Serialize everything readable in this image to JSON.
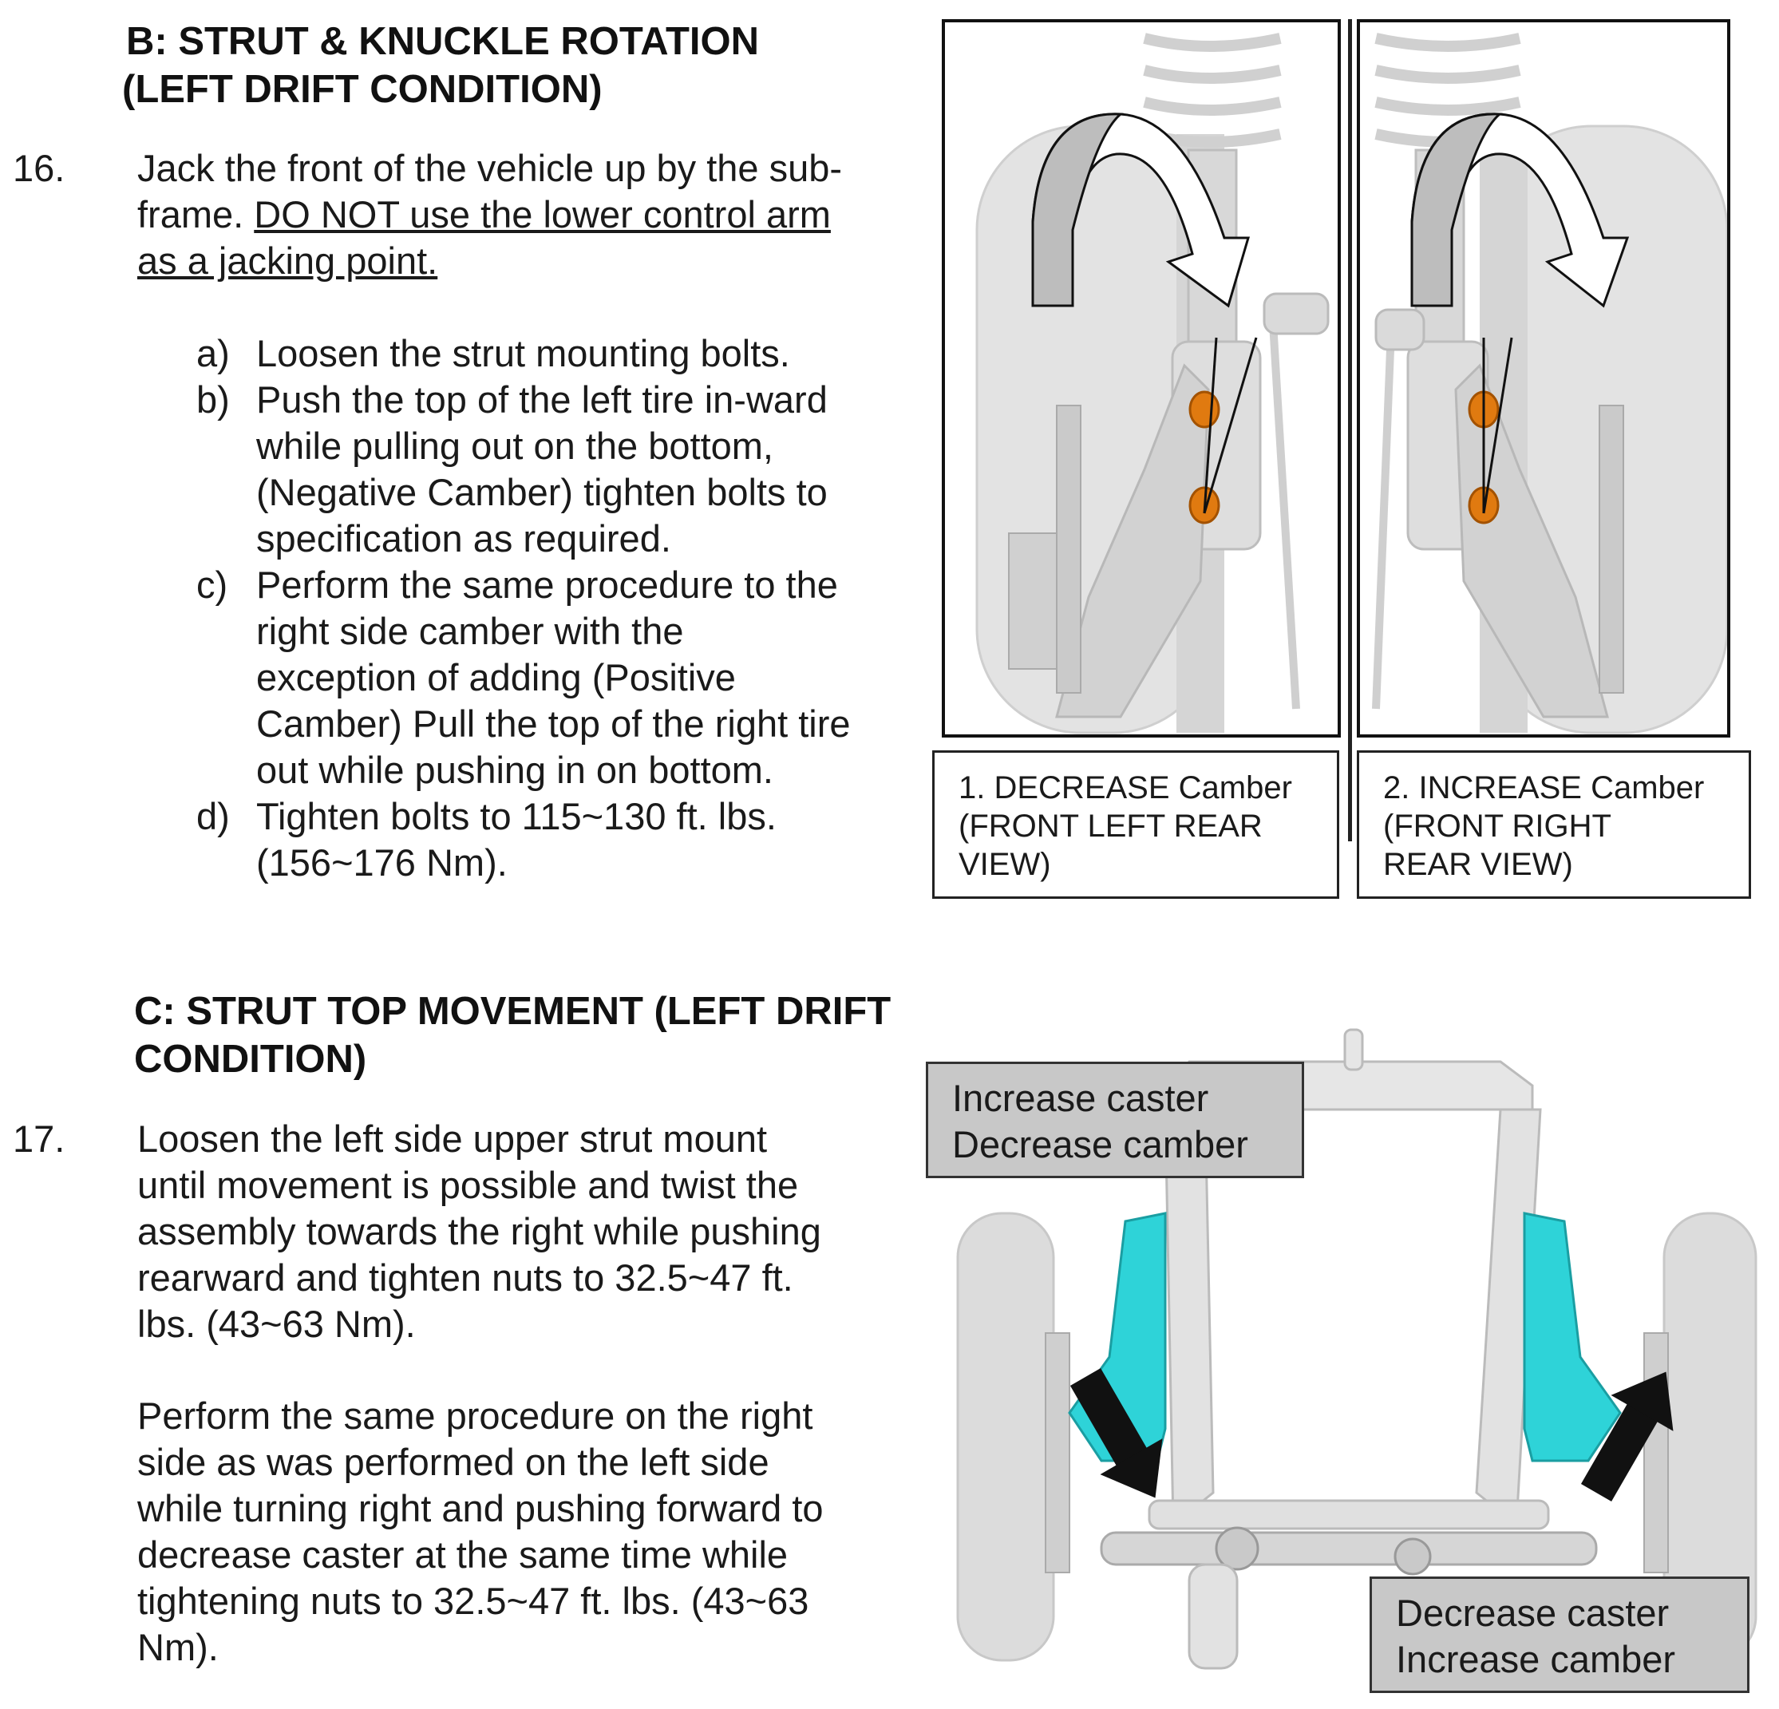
{
  "section_b": {
    "heading_line1": "B: STRUT & KNUCKLE ROTATION",
    "heading_line2": "(LEFT DRIFT CONDITION)",
    "step_number": "16.",
    "step_text_line1": "Jack the front of the vehicle up by the sub-",
    "step_text_line2_plain": "frame. ",
    "step_text_line2_underlined": "DO NOT use the lower control arm",
    "step_text_line3_underlined": "as a jacking point.",
    "substeps": [
      {
        "letter": "a)",
        "lines": [
          "Loosen the strut mounting bolts."
        ]
      },
      {
        "letter": "b)",
        "lines": [
          "Push the top of the left tire in-ward",
          "while pulling out on the bottom,",
          "(Negative Camber) tighten bolts to",
          "specification as required."
        ]
      },
      {
        "letter": "c)",
        "lines": [
          "Perform the same procedure to the",
          "right side camber with the",
          "exception of adding (Positive",
          "Camber) Pull the top of the right tire",
          "out while pushing in on bottom."
        ]
      },
      {
        "letter": "d)",
        "lines": [
          "Tighten bolts to 115~130 ft. lbs.",
          "(156~176 Nm)."
        ]
      }
    ],
    "caption_left": [
      "1. DECREASE Camber",
      "(FRONT LEFT REAR",
      "VIEW)"
    ],
    "caption_right": [
      "2. INCREASE Camber",
      "(FRONT RIGHT",
      "REAR VIEW)"
    ]
  },
  "section_c": {
    "heading_line1": "C: STRUT TOP MOVEMENT (LEFT DRIFT",
    "heading_line2": "CONDITION)",
    "step_number": "17.",
    "para1": [
      "Loosen the left side upper strut mount",
      "until movement is possible and twist the",
      "assembly towards the right while pushing",
      "rearward and tighten nuts to 32.5~47 ft.",
      "lbs. (43~63 Nm)."
    ],
    "para2": [
      "Perform the same procedure on the right",
      "side as was performed on the left side",
      "while turning right and pushing forward to",
      "decrease caster at the same time while",
      "tightening nuts to 32.5~47 ft. lbs. (43~63",
      "Nm)."
    ],
    "label_top": [
      "Increase caster",
      "Decrease camber"
    ],
    "label_bottom": [
      "Decrease caster",
      "Increase camber"
    ]
  },
  "colors": {
    "bolt_orange": "#e07a10",
    "arm_cyan": "#2ed3d8",
    "label_gray": "#c8c8c8",
    "tire_gray": "#dcdcdc"
  }
}
